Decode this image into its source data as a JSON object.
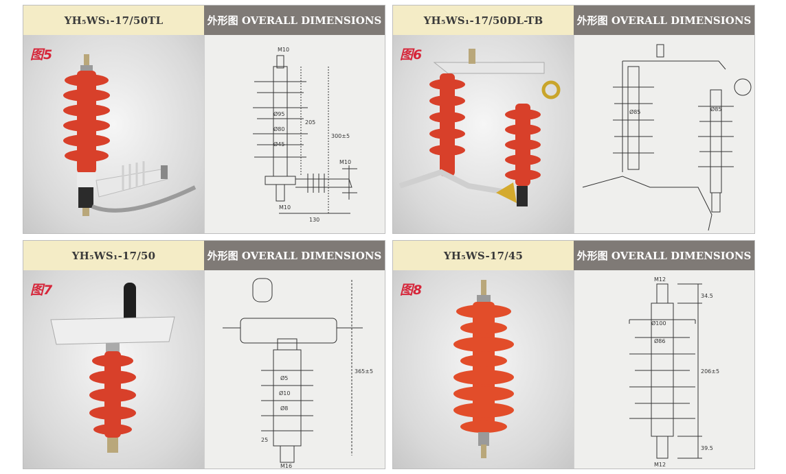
{
  "panels": [
    {
      "model": "YH₅WS₁-17/50TL",
      "header": "外形图 OVERALL DIMENSIONS",
      "figure": "图5",
      "dims": {
        "top": "M10",
        "d1": "Ø95",
        "d2": "Ø80",
        "d3": "Ø45",
        "h1": "205",
        "h2": "300±5",
        "side": "M10",
        "bottom": "M10",
        "width": "130"
      }
    },
    {
      "model": "YH₅WS₁-17/50DL-TB",
      "header": "外形图 OVERALL DIMENSIONS",
      "figure": "图6",
      "dims": {
        "d1": "Ø85",
        "d2": "Ø85"
      }
    },
    {
      "model": "YH₅WS₁-17/50",
      "header": "外形图 OVERALL DIMENSIONS",
      "figure": "图7",
      "dims": {
        "d1": "Ø5",
        "d2": "Ø10",
        "d3": "Ø8",
        "h": "365±5",
        "bottom": "M16",
        "small": "25"
      }
    },
    {
      "model": "YH₅WS-17/45",
      "header": "外形图 OVERALL DIMENSIONS",
      "figure": "图8",
      "dims": {
        "top": "M12",
        "d1": "Ø100",
        "d2": "Ø86",
        "h1": "34.5",
        "h2": "206±5",
        "h3": "39.5",
        "bottom": "M12"
      }
    }
  ],
  "colors": {
    "header_left": "#f4ecc6",
    "header_right": "#7f7a76",
    "insulator": "#d8402a",
    "figure_label": "#d6263a"
  }
}
